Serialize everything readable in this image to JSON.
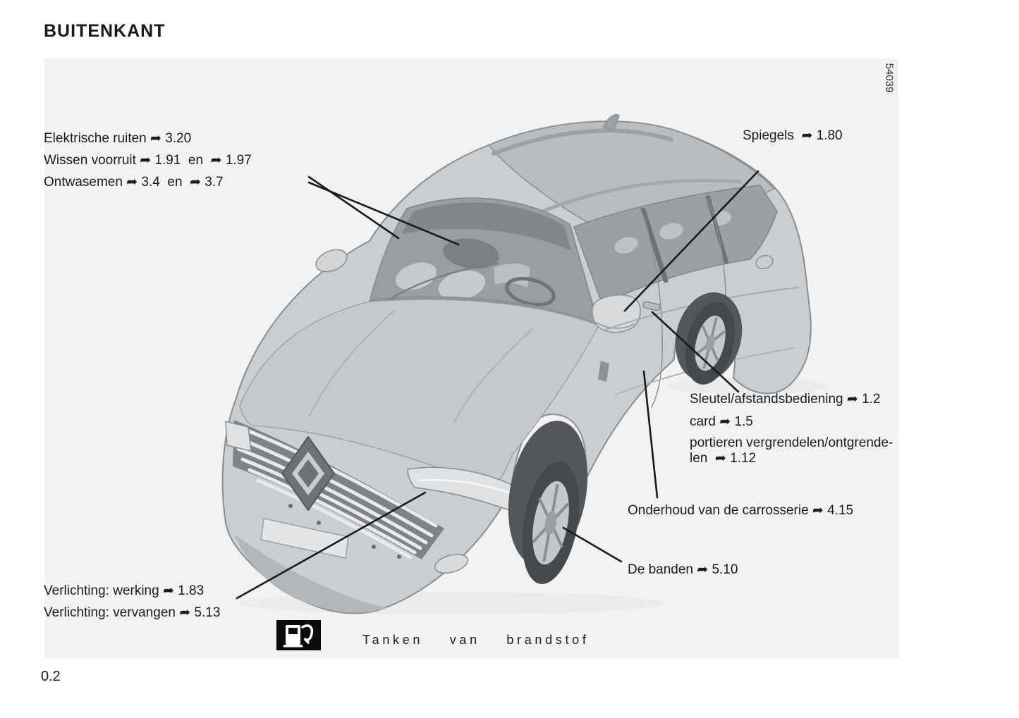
{
  "page": {
    "title": "BUITENKANT",
    "page_number": "0.2",
    "figure_code": "54039"
  },
  "labels": {
    "windows_line1": "Elektrische ruiten ➦ 3.20",
    "windows_line2": "Wissen voorruit ➦ 1.91  en  ➦ 1.97",
    "windows_line3": "Ontwasemen ➦ 3.4  en  ➦ 3.7",
    "mirrors": "Spiegels  ➦ 1.80",
    "key_line1": "Sleutel/afstandsbediening ➦ 1.2",
    "key_line2": "card ➦ 1.5",
    "key_line3": "portieren vergrendelen/ontgrende-",
    "key_line4": "len  ➦ 1.12",
    "bodywork": "Onderhoud van de carrosserie ➦ 4.15",
    "tyres": "De banden ➦ 5.10",
    "lighting_line1": "Verlichting: werking ➦ 1.83",
    "lighting_line2": "Verlichting: vervangen ➦ 5.13",
    "refuelling": "Tanken van brandstof"
  },
  "icons": {
    "fuel_pump": "fuel-pump"
  },
  "colors": {
    "text": "#1c1c1f",
    "panel_background": "#f2f2f3",
    "callout_line": "#1b1b1c",
    "fuel_icon_background": "#0b0b0e"
  }
}
